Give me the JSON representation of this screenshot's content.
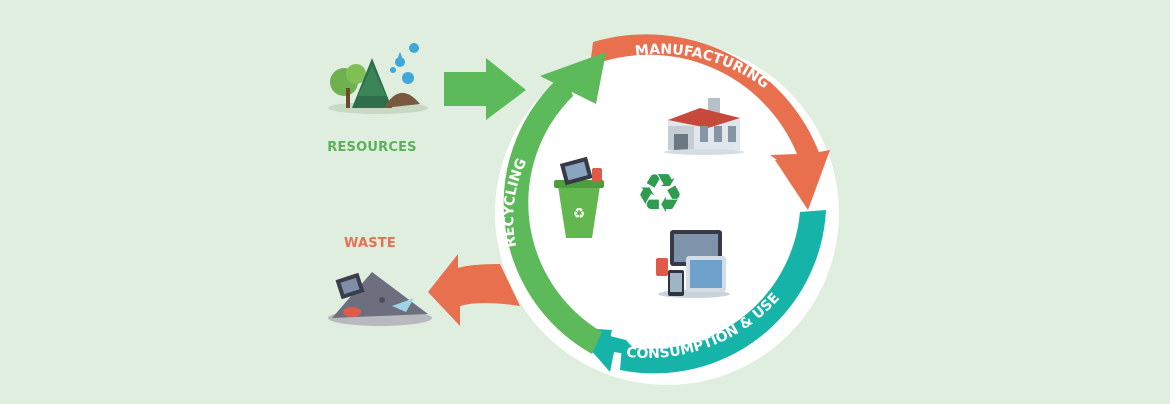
{
  "labels": {
    "resources": "RESOURCES",
    "waste": "WASTE",
    "manufacturing": "MANUFACTURING",
    "consumption": "CONSUMPTION & USE",
    "recycling": "RECYCLING"
  },
  "colors": {
    "background": "#dfeedf",
    "manufacturing": "#e8704f",
    "consumption": "#16b3a8",
    "recycling": "#5dba5a",
    "resources_text": "#5bb05a",
    "waste_text": "#e8704f",
    "ring_fill": "#ffffff"
  },
  "icons": {
    "resources": "nature-resources-icon",
    "waste": "waste-pile-icon",
    "factory": "factory-icon",
    "bin": "recycling-bin-icon",
    "symbol": "recycle-symbol-icon",
    "devices": "electronic-devices-icon"
  }
}
